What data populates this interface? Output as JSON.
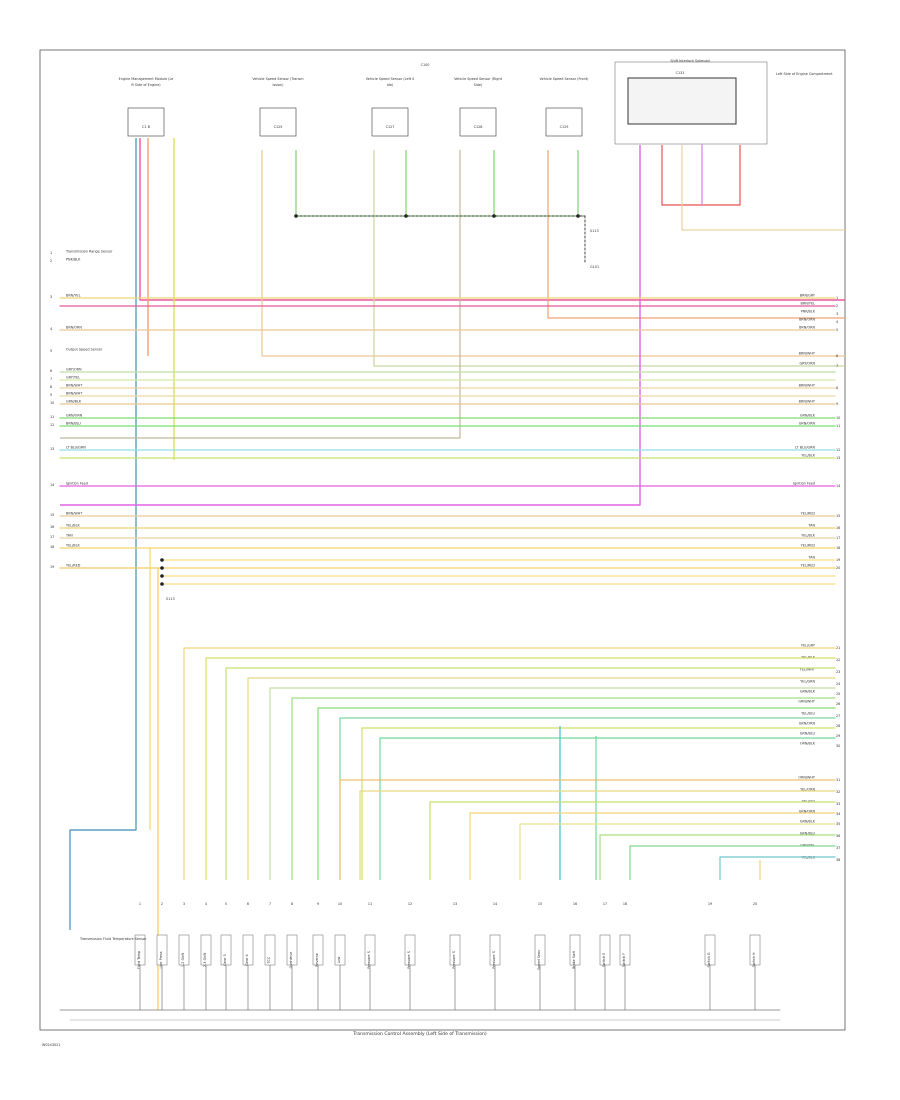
{
  "diagram": {
    "title": "Transmission Control Assembly (Left Side of Transmission)",
    "footer_code": "W0243021",
    "modules": [
      {
        "id": "m1",
        "label": "Engine Management Module (Left Side of Engine)",
        "connector": "C1 B"
      },
      {
        "id": "m2",
        "label": "Vehicle Speed Sensor (Transmission)",
        "connector": "C125"
      },
      {
        "id": "m3",
        "label": "Vehicle Speed Sensor (Left Side)",
        "connector": "C127"
      },
      {
        "id": "m4",
        "label": "Vehicle Speed Sensor (Right Side)",
        "connector": "C128"
      },
      {
        "id": "m5",
        "label": "Vehicle Speed Sensor (Front)",
        "connector": "C129"
      },
      {
        "id": "m6",
        "label": "Shift Interlock Solenoid",
        "connector": "C131"
      }
    ],
    "ground_label": "G101",
    "ground_note": "Left Side of Engine Compartment",
    "center_label": "C100",
    "splice_label": "S113",
    "left_wires": [
      {
        "label": "Transmission Range Sensor",
        "color": "#a0b8d8"
      },
      {
        "label": "PNK/BLK",
        "color": "#e8589a"
      },
      {
        "label": "BRN/YEL",
        "color": "#f2d479"
      },
      {
        "label": "BRN/ORN",
        "color": "#e9c692"
      },
      {
        "label": "Output Speed Sensor",
        "color": "#66c0d8"
      },
      {
        "label": "GRY/ORN",
        "color": "#bfe1a3"
      },
      {
        "label": "GRY/YEL",
        "color": "#d8e8a9"
      },
      {
        "label": "BRN/WHT",
        "color": "#e9d3a0"
      },
      {
        "label": "BRN/WHT",
        "color": "#ebd7a5"
      },
      {
        "label": "GRN/BLK",
        "color": "#7fdd6e"
      },
      {
        "label": "GRN/ORN",
        "color": "#74e071"
      },
      {
        "label": "BRN/BLU",
        "color": "#e5c88d"
      },
      {
        "label": "LT BLU/GRN",
        "color": "#8fe0e6"
      },
      {
        "label": "Ignition Feed",
        "color": "#e262e6"
      },
      {
        "label": "BRN/WHT",
        "color": "#e8cc94"
      },
      {
        "label": "YEL/BLK",
        "color": "#f0d16e"
      },
      {
        "label": "TAN",
        "color": "#ead49d"
      },
      {
        "label": "YEL/BLK",
        "color": "#f5d46a"
      },
      {
        "label": "YEL/RED",
        "color": "#f7c862"
      }
    ],
    "right_labels": [
      "BRN/GRY",
      "BRN/YEL",
      "PNK/BLK",
      "BRN/ORN",
      "BRN/ORN",
      "BRN/WHT",
      "GRY/ORN",
      "BRN/WHT",
      "BRN/WHT",
      "GRN/BLK",
      "GRN/ORN",
      "LT BLU/GRN",
      "YEL/BLK",
      "Ignition Feed",
      "YEL/RED",
      "TAN",
      "YEL/BLK",
      "YEL/RED",
      "TAN",
      "YEL/RED",
      "YEL/GRY",
      "YEL/BLK",
      "YEL/WHT",
      "YEL/GRN",
      "GRN/BLK",
      "GRN/WHT",
      "YEL/BLU",
      "GRN/ORN",
      "GRN/BLU",
      "ORN/BLK",
      "ORN/WHT",
      "YEL/ORN",
      "YEL/VIO",
      "GRN/ORN",
      "GRN/BLK",
      "GRN/BLU",
      "GRN/YEL",
      "YEL/BLK"
    ],
    "left_bottom_note": "Transmission Fluid Temperature Sensor",
    "bottom_components": [
      "Fluid Temp Sensor",
      "Line Pressure",
      "1-2 Shift",
      "2-3 Shift",
      "Gear 3",
      "Gear 4",
      "TCC",
      "Overdrive",
      "Reverse",
      "Low",
      "Pressure Switch A",
      "Pressure Switch B",
      "Pressure Switch C",
      "Pressure Switch D",
      "Speed Sensor",
      "Brake Switch",
      "Switch E",
      "Switch F",
      "Switch G",
      "Switch H"
    ]
  }
}
